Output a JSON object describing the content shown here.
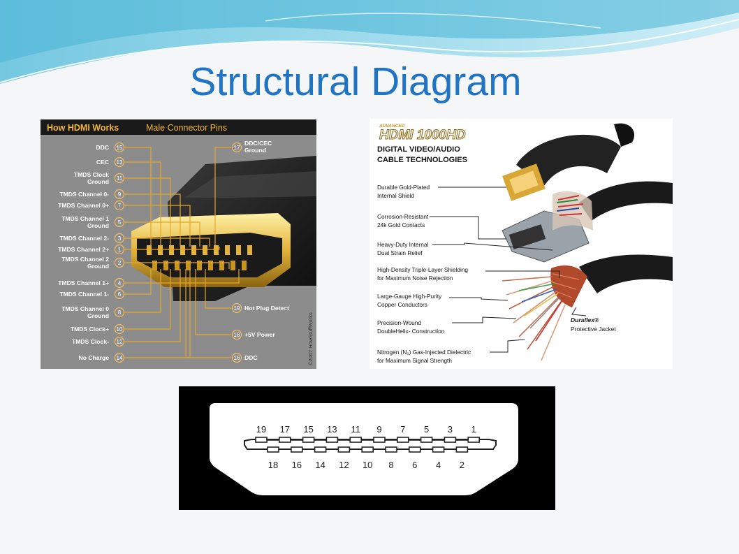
{
  "slide": {
    "title": "Structural Diagram"
  },
  "hdmi_works": {
    "header_bold": "How HDMI Works",
    "header_rest": "Male Connector Pins",
    "copyright": "©2007 HowStuffWorks",
    "left_pins": [
      {
        "num": "15",
        "label": [
          "DDC"
        ]
      },
      {
        "num": "13",
        "label": [
          "CEC"
        ]
      },
      {
        "num": "11",
        "label": [
          "TMDS Clock",
          "Ground"
        ]
      },
      {
        "num": "9",
        "label": [
          "TMDS Channel 0-"
        ]
      },
      {
        "num": "7",
        "label": [
          "TMDS Channel 0+"
        ]
      },
      {
        "num": "5",
        "label": [
          "TMDS Channel 1",
          "Ground"
        ]
      },
      {
        "num": "3",
        "label": [
          "TMDS Channel 2-"
        ]
      },
      {
        "num": "1",
        "label": [
          "TMDS Channel 2+"
        ]
      },
      {
        "num": "2",
        "label": [
          "TMDS Channel 2",
          "Ground"
        ]
      },
      {
        "num": "4",
        "label": [
          "TMDS Channel 1+"
        ]
      },
      {
        "num": "6",
        "label": [
          "TMDS Channel 1-"
        ]
      },
      {
        "num": "8",
        "label": [
          "TMDS Channel 0",
          "Ground"
        ]
      },
      {
        "num": "10",
        "label": [
          "TMDS Clock+"
        ]
      },
      {
        "num": "12",
        "label": [
          "TMDS Clock-"
        ]
      },
      {
        "num": "14",
        "label": [
          "No Charge"
        ]
      }
    ],
    "right_pins": [
      {
        "num": "17",
        "label": [
          "DDC/CEC",
          "Ground"
        ]
      },
      {
        "num": "19",
        "label": [
          "Hot Plug Detect"
        ]
      },
      {
        "num": "18",
        "label": [
          "+5V Power"
        ]
      },
      {
        "num": "16",
        "label": [
          "DDC"
        ]
      }
    ]
  },
  "cable_tech": {
    "logo_small": "ADVANCED",
    "logo_big": "HDMI 1000HD",
    "heading": [
      "DIGITAL VIDEO/AUDIO",
      "CABLE TECHNOLOGIES"
    ],
    "callouts": [
      {
        "line1": "Durable Gold-Plated",
        "line2": "Internal Shield"
      },
      {
        "line1": "Corrosion-Resistant",
        "line2": "24k Gold Contacts"
      },
      {
        "line1": "Heavy-Duty Internal",
        "line2": "Dual Strain Relief"
      },
      {
        "line1": "High-Density Triple-Layer Shielding",
        "line2": "for Maximum Noise Rejection"
      },
      {
        "line1": "Large-Gauge High-Purity",
        "line2": "Copper Conductors"
      },
      {
        "line1": "Precision-Wound",
        "line2": "DoubleHelix- Construction"
      },
      {
        "line1": "Nitrogen (N₂) Gas-Injected Dielectric",
        "line2": "for Maximum Signal Strength"
      }
    ],
    "jacket": {
      "line1": "Duraflex®",
      "line2": "Protective Jacket"
    }
  },
  "pinout": {
    "top_numbers": [
      "19",
      "17",
      "15",
      "13",
      "11",
      "9",
      "7",
      "5",
      "3",
      "1"
    ],
    "bottom_numbers": [
      "18",
      "16",
      "14",
      "12",
      "10",
      "8",
      "6",
      "4",
      "2"
    ]
  },
  "colors": {
    "title": "#2173c4",
    "hdmi_bg": "#8c8c8c",
    "hdmi_header": "#f3b637",
    "pin_line": "#e8a628",
    "gold": "#d4a017"
  }
}
